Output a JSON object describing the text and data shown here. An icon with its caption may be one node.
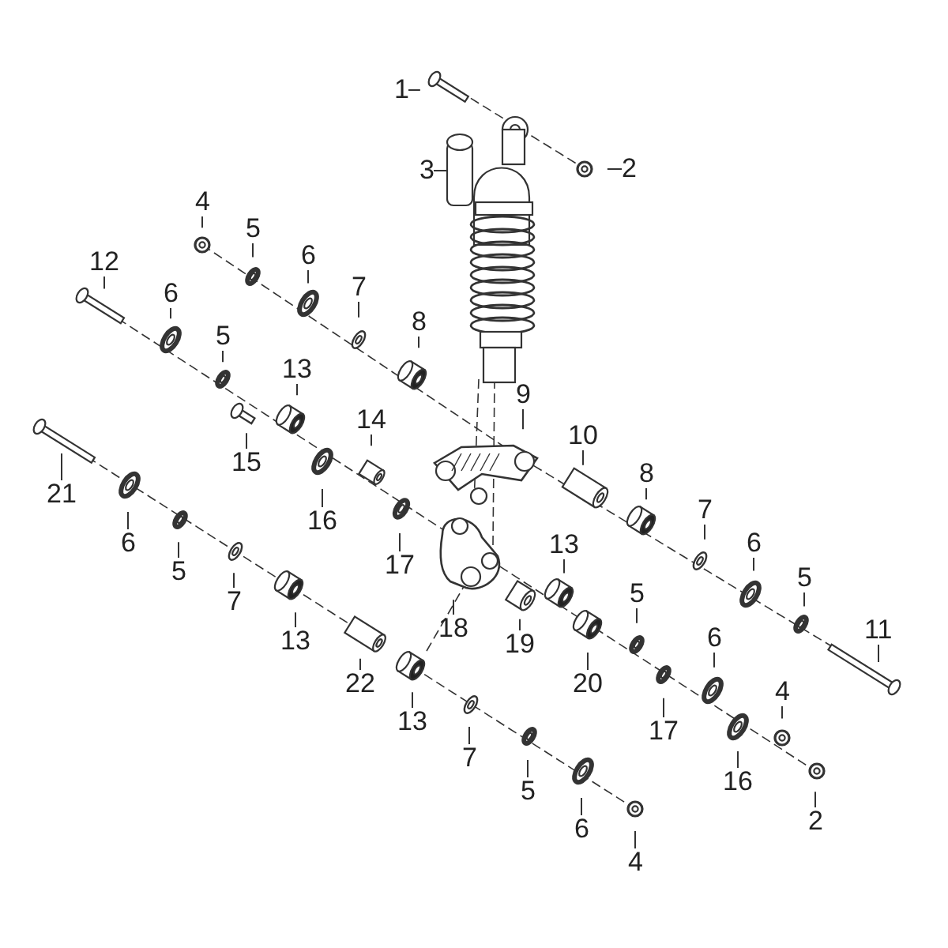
{
  "diagram": {
    "nodes": [
      {
        "text": [
          "1"
        ]
      },
      {
        "text": [
          "2"
        ]
      },
      {
        "text": [
          "3"
        ]
      },
      {
        "text": [
          "4"
        ]
      },
      {
        "text": [
          "5"
        ]
      },
      {
        "text": [
          "6"
        ]
      },
      {
        "text": [
          "12"
        ]
      },
      {
        "text": [
          "7"
        ]
      },
      {
        "text": [
          "6"
        ]
      },
      {
        "text": [
          "8"
        ]
      },
      {
        "text": [
          "5"
        ]
      },
      {
        "text": [
          "9"
        ]
      },
      {
        "text": [
          "13"
        ]
      },
      {
        "text": [
          "10"
        ]
      },
      {
        "text": [
          "14"
        ]
      },
      {
        "text": [
          "15"
        ]
      },
      {
        "text": [
          "21"
        ]
      },
      {
        "text": [
          "8"
        ]
      },
      {
        "text": [
          "16"
        ]
      },
      {
        "text": [
          "7"
        ]
      },
      {
        "text": [
          "6"
        ]
      },
      {
        "text": [
          "17"
        ]
      },
      {
        "text": [
          "6"
        ]
      },
      {
        "text": [
          "13"
        ]
      },
      {
        "text": [
          "5"
        ]
      },
      {
        "text": [
          "5"
        ]
      },
      {
        "text": [
          "5"
        ]
      },
      {
        "text": [
          "11"
        ]
      },
      {
        "text": [
          "7"
        ]
      },
      {
        "text": [
          "18"
        ]
      },
      {
        "text": [
          "19"
        ]
      },
      {
        "text": [
          "13"
        ]
      },
      {
        "text": [
          "6"
        ]
      },
      {
        "text": [
          "20"
        ]
      },
      {
        "text": [
          "22"
        ]
      },
      {
        "text": [
          "4"
        ]
      },
      {
        "text": [
          "17"
        ]
      },
      {
        "text": [
          "13"
        ]
      },
      {
        "text": [
          "7"
        ]
      },
      {
        "text": [
          "16"
        ]
      },
      {
        "text": [
          "5"
        ]
      },
      {
        "text": [
          "2"
        ]
      },
      {
        "text": [
          "6"
        ]
      },
      {
        "text": [
          "4"
        ]
      }
    ],
    "edges": [
      {
        "from": 0,
        "to": null,
        "arrow": "none"
      },
      {
        "from": 1,
        "to": null,
        "arrow": "none"
      },
      {
        "from": 2,
        "to": null,
        "arrow": "none"
      },
      {
        "from": 3,
        "to": null,
        "arrow": "none"
      },
      {
        "from": 4,
        "to": null,
        "arrow": "none"
      },
      {
        "from": 5,
        "to": null,
        "arrow": "none"
      },
      {
        "from": 6,
        "to": null,
        "arrow": "none"
      },
      {
        "from": 7,
        "to": null,
        "arrow": "none"
      },
      {
        "from": 8,
        "to": null,
        "arrow": "none"
      },
      {
        "from": 9,
        "to": null,
        "arrow": "none"
      },
      {
        "from": 10,
        "to": null,
        "arrow": "none"
      },
      {
        "from": 11,
        "to": null,
        "arrow": "none"
      },
      {
        "from": 12,
        "to": null,
        "arrow": "none"
      },
      {
        "from": 13,
        "to": null,
        "arrow": "none"
      },
      {
        "from": 14,
        "to": null,
        "arrow": "none"
      },
      {
        "from": 15,
        "to": null,
        "arrow": "none"
      },
      {
        "from": 16,
        "to": null,
        "arrow": "none"
      },
      {
        "from": 17,
        "to": null,
        "arrow": "none"
      },
      {
        "from": 18,
        "to": null,
        "arrow": "none"
      },
      {
        "from": 19,
        "to": null,
        "arrow": "none"
      },
      {
        "from": 20,
        "to": null,
        "arrow": "none"
      },
      {
        "from": 21,
        "to": null,
        "arrow": "none"
      },
      {
        "from": 22,
        "to": null,
        "arrow": "none"
      },
      {
        "from": 23,
        "to": null,
        "arrow": "none"
      },
      {
        "from": 24,
        "to": null,
        "arrow": "none"
      },
      {
        "from": 25,
        "to": null,
        "arrow": "none"
      },
      {
        "from": 26,
        "to": null,
        "arrow": "none"
      },
      {
        "from": 27,
        "to": null,
        "arrow": "none"
      },
      {
        "from": 28,
        "to": null,
        "arrow": "none"
      },
      {
        "from": 29,
        "to": null,
        "arrow": "none"
      },
      {
        "from": 30,
        "to": null,
        "arrow": "none"
      },
      {
        "from": 31,
        "to": null,
        "arrow": "none"
      },
      {
        "from": 32,
        "to": null,
        "arrow": "none"
      },
      {
        "from": 33,
        "to": null,
        "arrow": "none"
      },
      {
        "from": 34,
        "to": null,
        "arrow": "none"
      },
      {
        "from": 35,
        "to": null,
        "arrow": "none"
      },
      {
        "from": 36,
        "to": null,
        "arrow": "none"
      },
      {
        "from": 37,
        "to": null,
        "arrow": "none"
      },
      {
        "from": 38,
        "to": null,
        "arrow": "none"
      },
      {
        "from": 39,
        "to": null,
        "arrow": "none"
      },
      {
        "from": 40,
        "to": null,
        "arrow": "none"
      },
      {
        "from": 41,
        "to": null,
        "arrow": "none"
      },
      {
        "from": 42,
        "to": null,
        "arrow": "none"
      },
      {
        "from": 43,
        "to": null,
        "arrow": "none"
      }
    ]
  }
}
